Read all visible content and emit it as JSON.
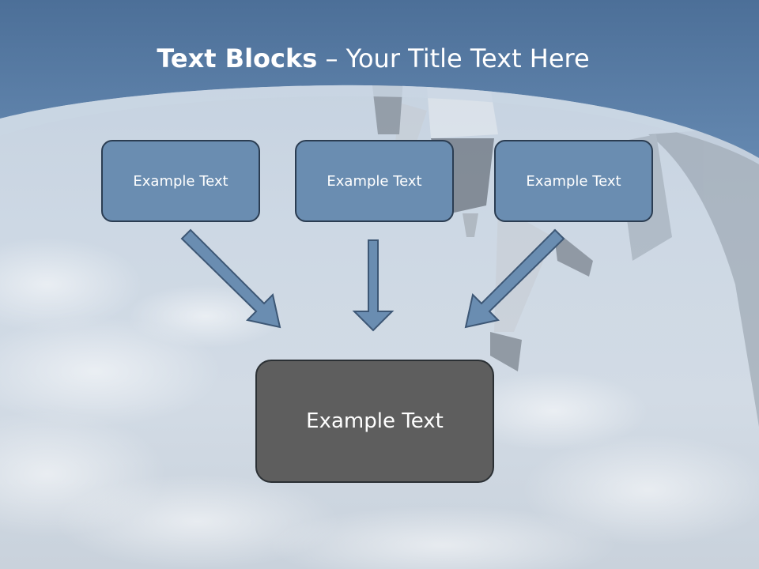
{
  "slide": {
    "title_bold": "Text Blocks",
    "title_rest": " – Your Title Text Here",
    "blocks": [
      "Example Text",
      "Example Text",
      "Example Text"
    ],
    "result": "Example Text"
  },
  "colors": {
    "header": "#5a80a8",
    "box_fill": "#6a8db1",
    "box_border": "#2b3d52",
    "result_fill": "#5e5e5e",
    "arrow_fill": "#6a8db1"
  },
  "icons": [
    "arrow-down-right-icon",
    "arrow-down-icon",
    "arrow-down-left-icon"
  ]
}
